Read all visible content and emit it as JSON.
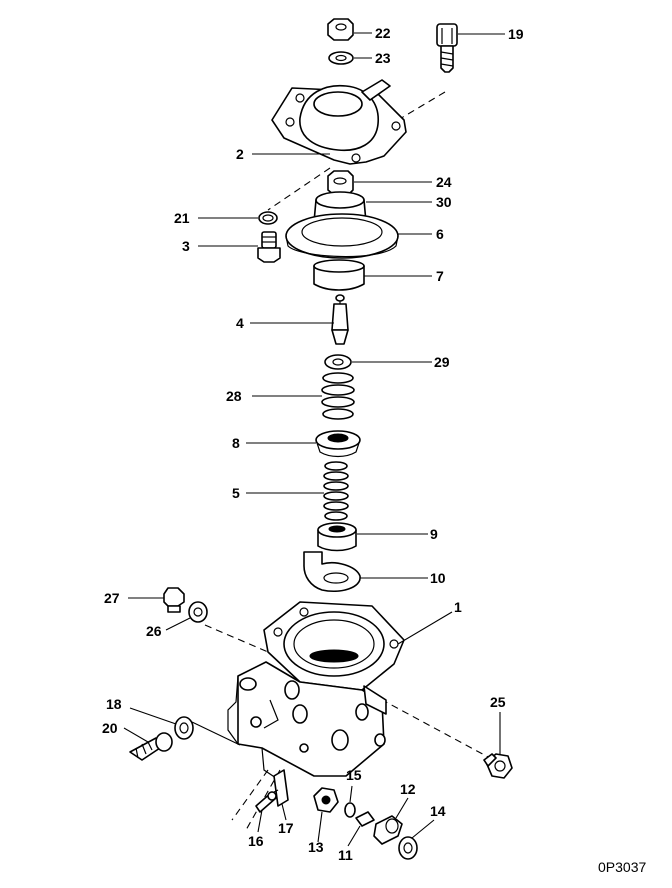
{
  "drawing_code": "0P3037",
  "callouts": {
    "n1": "1",
    "n2": "2",
    "n3": "3",
    "n4": "4",
    "n5": "5",
    "n6": "6",
    "n7": "7",
    "n8": "8",
    "n9": "9",
    "n10": "10",
    "n11": "11",
    "n12": "12",
    "n13": "13",
    "n14": "14",
    "n15": "15",
    "n16": "16",
    "n17": "17",
    "n18": "18",
    "n19": "19",
    "n20": "20",
    "n21": "21",
    "n22": "22",
    "n23": "23",
    "n24": "24",
    "n25": "25",
    "n26": "26",
    "n27": "27",
    "n28": "28",
    "n29": "29",
    "n30": "30"
  }
}
